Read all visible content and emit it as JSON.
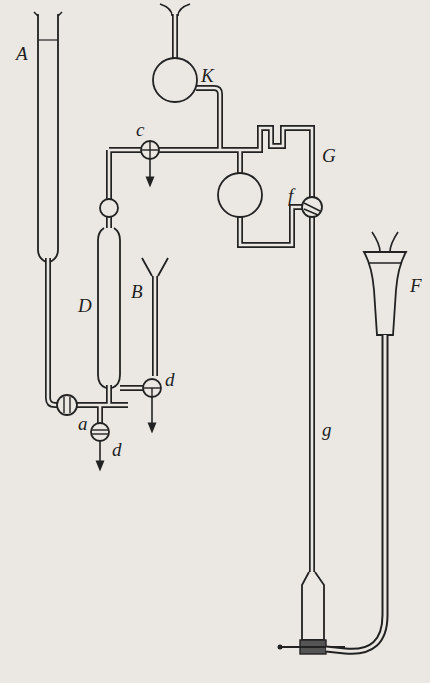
{
  "diagram": {
    "labels": [
      "K",
      "A",
      "c",
      "G",
      "f",
      "F",
      "D",
      "B",
      "d",
      "a",
      "d",
      "g"
    ]
  }
}
